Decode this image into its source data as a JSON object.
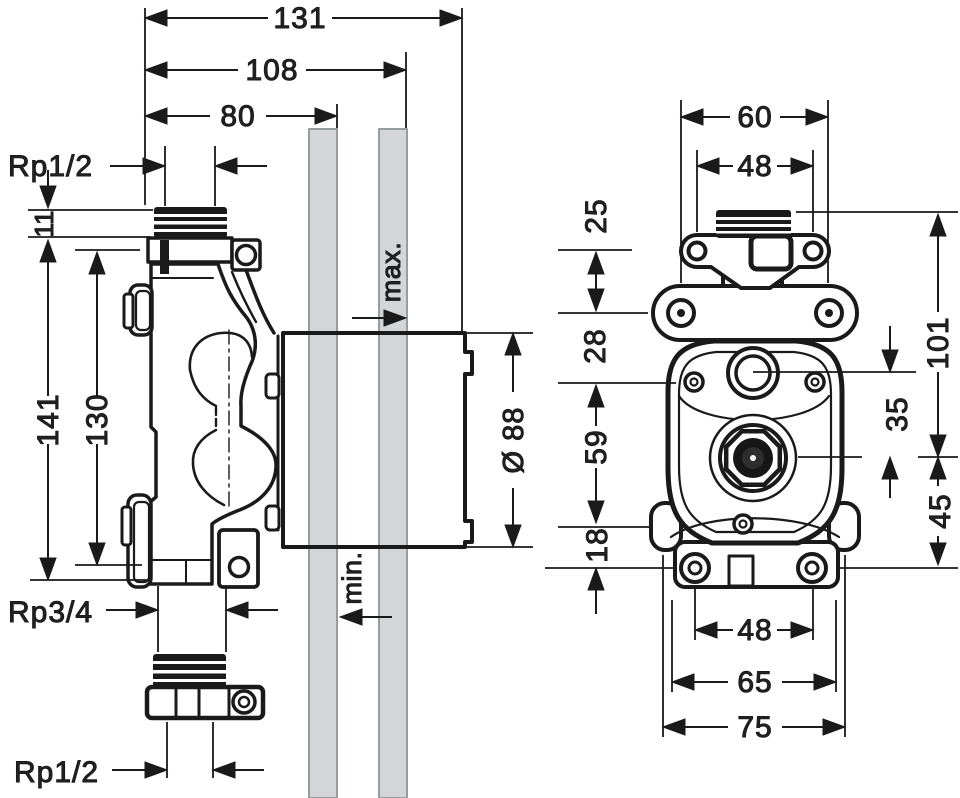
{
  "drawing_type": "technical dimensional drawing, concealed valve basic set (side view and front view)",
  "colors": {
    "line": "#1a1a1a",
    "pipe_fill": "#d3d5d7",
    "pipe_edge": "#979c9f",
    "text": "#222222"
  },
  "side": {
    "d131": "131",
    "d108": "108",
    "d80": "80",
    "rp12_top": "Rp1/2",
    "d11": "11",
    "d141": "141",
    "d130": "130",
    "rp34": "Rp3/4",
    "rp12_bottom": "Rp1/2",
    "max": "max.",
    "min": "min.",
    "dia88": "Ø 88"
  },
  "front": {
    "d60": "60",
    "d48_top": "48",
    "d25": "25",
    "d28": "28",
    "d59": "59",
    "d18": "18",
    "d101": "101",
    "d35": "35",
    "d45": "45",
    "d48_bottom": "48",
    "d65": "65",
    "d75": "75"
  }
}
